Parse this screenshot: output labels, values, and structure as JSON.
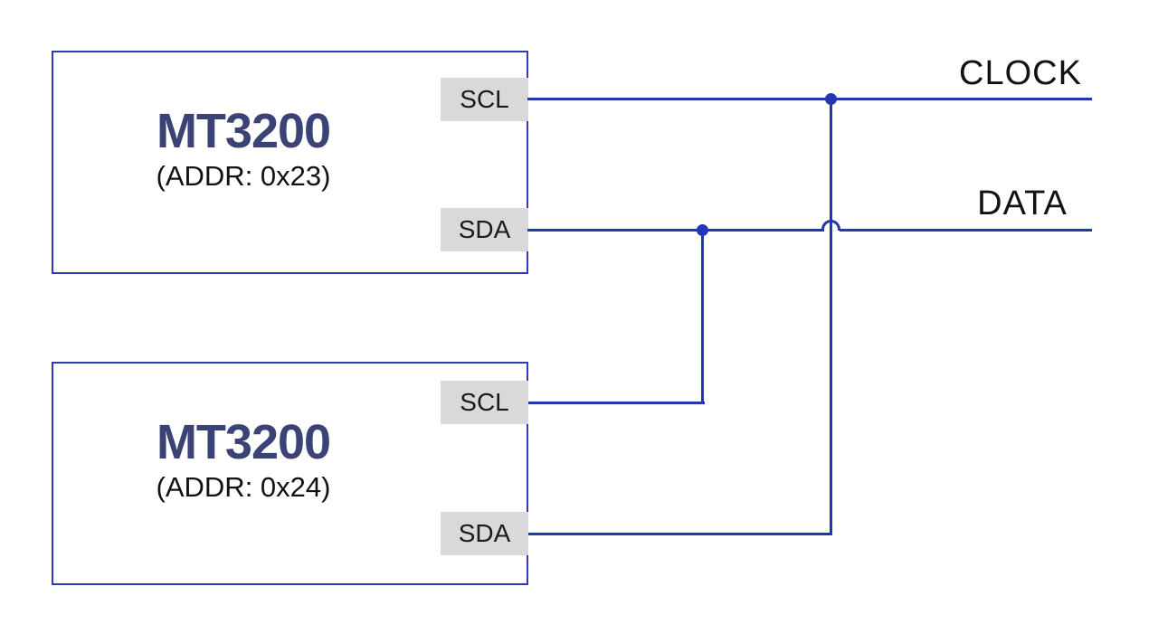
{
  "colors": {
    "wire_blue": "#2336b5",
    "border_blue": "#2c3cbb",
    "title_navy": "#3a4276",
    "pin_gray": "#d9d9d9",
    "label_black": "#111111",
    "bg_white": "#ffffff"
  },
  "devices": [
    {
      "name": "MT3200",
      "address": "(ADDR: 0x23)",
      "pins": [
        {
          "label": "SCL"
        },
        {
          "label": "SDA"
        }
      ]
    },
    {
      "name": "MT3200",
      "address": "(ADDR: 0x24)",
      "pins": [
        {
          "label": "SCL"
        },
        {
          "label": "SDA"
        }
      ]
    }
  ],
  "bus": {
    "clock_label": "CLOCK",
    "data_label": "DATA"
  }
}
